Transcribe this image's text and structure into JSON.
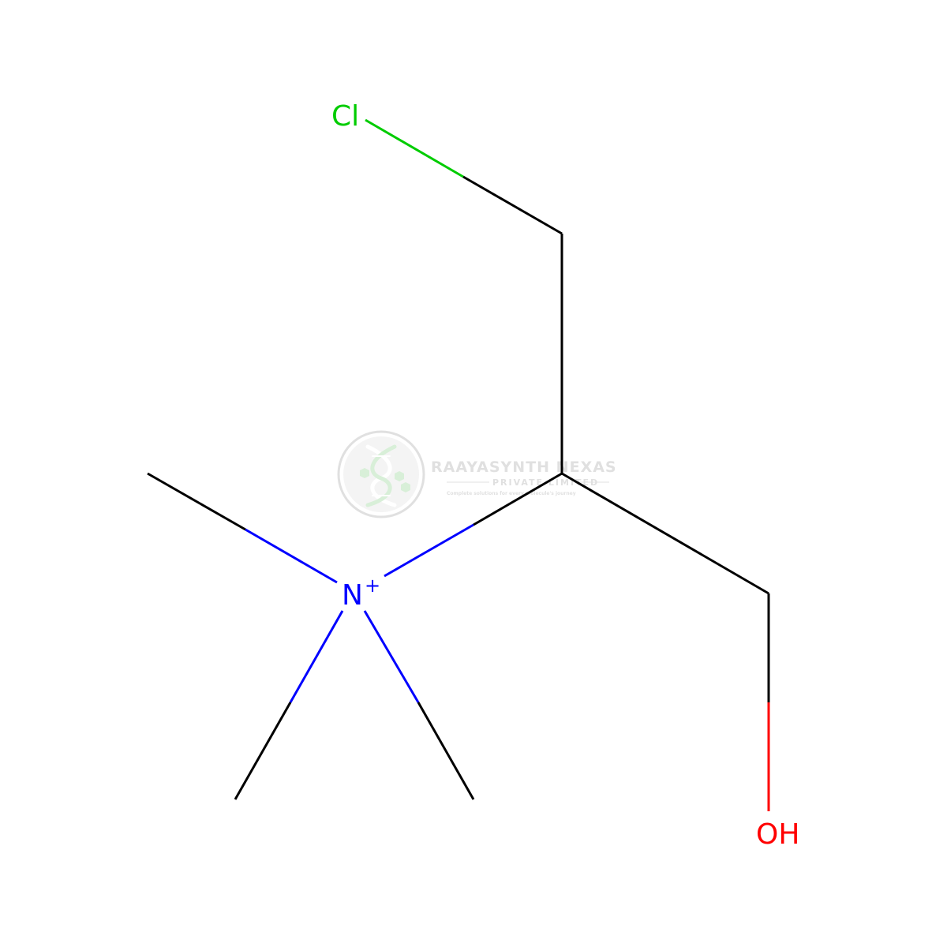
{
  "atoms": {
    "chlorine": "Cl",
    "nitrogen": "N",
    "nitrogen_charge": "+",
    "hydroxyl": "OH"
  },
  "colors": {
    "carbon_bond": "#000000",
    "nitrogen": "#0000ff",
    "chlorine": "#00cc00",
    "oxygen": "#ff0000",
    "watermark": "#c8c8c8",
    "watermark_accent": "#b9e3b9"
  },
  "watermark": {
    "title": "RAAYASYNTH NEXAS",
    "subtitle": "PRIVATE LIMITED",
    "tagline": "Complete solutions for every molecule's journey"
  }
}
